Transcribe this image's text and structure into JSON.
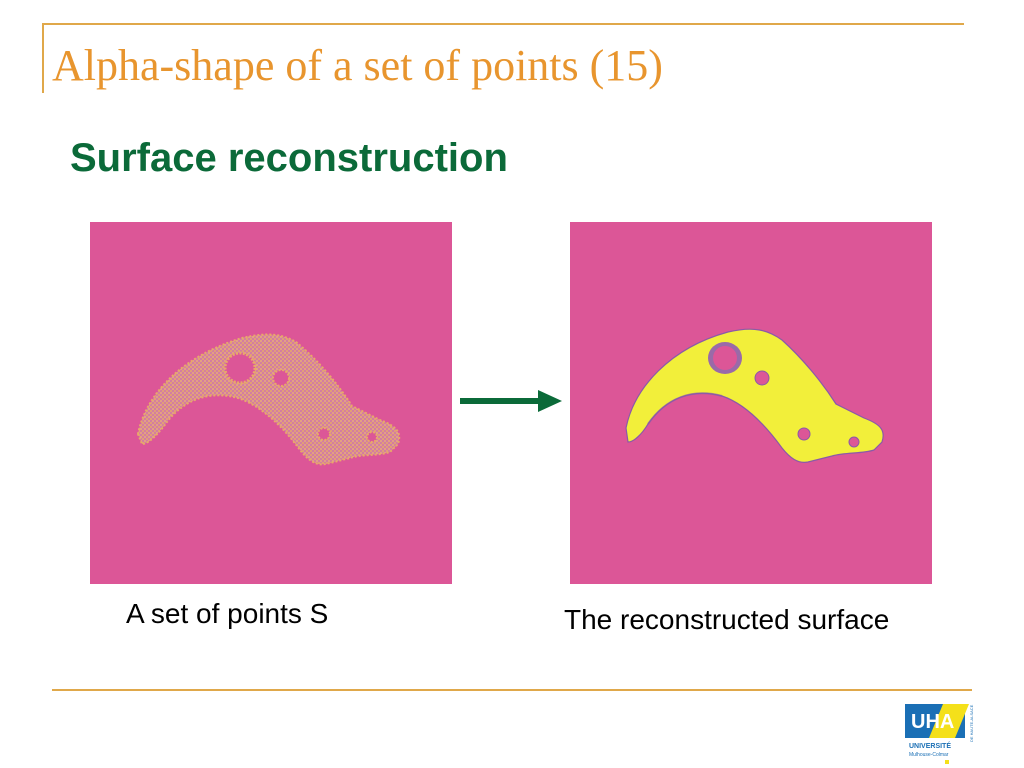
{
  "slide": {
    "title": "Alpha-shape of a set of points (15)",
    "subtitle": "Surface reconstruction",
    "caption_left": "A set of points S",
    "caption_right": "The reconstructed surface"
  },
  "logo": {
    "text": "UHA",
    "subtext": "UNIVERSITÉ",
    "side_text": "DE HAUTE-ALSACE",
    "city": "Mulhouse-Colmar"
  },
  "colors": {
    "title": "#e8952e",
    "subtitle": "#0b6a39",
    "rule": "#e0a84a",
    "panel_bg": "#dc5697",
    "points": "#e8a86a",
    "surface": "#f2ef3a",
    "arrow": "#0b6a39"
  }
}
